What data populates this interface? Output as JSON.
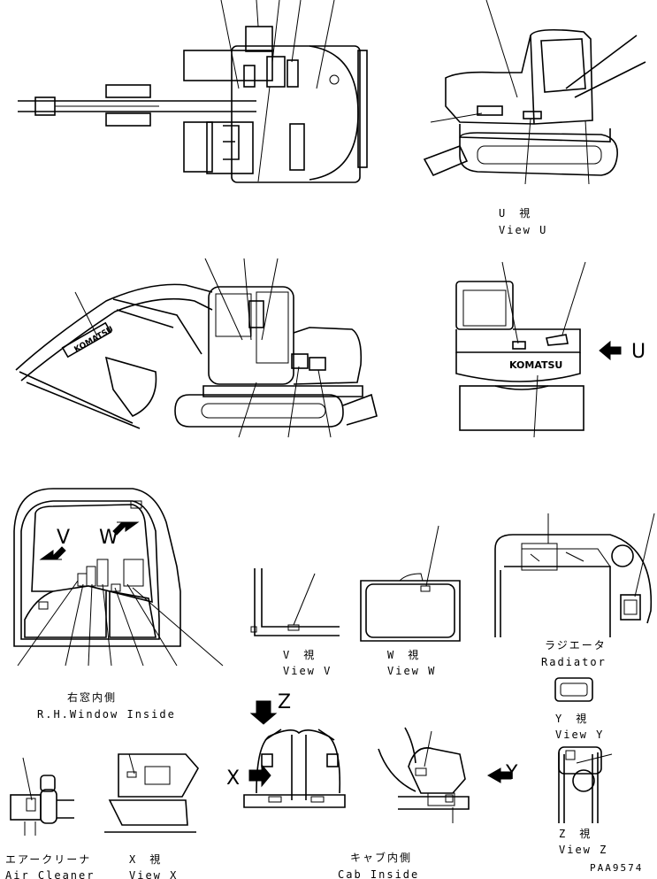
{
  "views": {
    "view_u": {
      "jp": "U　視",
      "en": "View U"
    },
    "window": {
      "jp": "右窓内側",
      "en": "R.H.Window Inside"
    },
    "view_v": {
      "jp": "V　視",
      "en": "View V"
    },
    "view_w": {
      "jp": "W　視",
      "en": "View W"
    },
    "radiator": {
      "jp": "ラジエータ",
      "en": "Radiator"
    },
    "view_y": {
      "jp": "Y　視",
      "en": "View Y"
    },
    "view_z": {
      "jp": "Z　視",
      "en": "View Z"
    },
    "air_cleaner": {
      "jp": "エアークリーナ",
      "en": "Air Cleaner"
    },
    "view_x": {
      "jp": "X　視",
      "en": "View X"
    },
    "cab_inside": {
      "jp": "キャブ内側",
      "en": "Cab Inside"
    }
  },
  "arrows": {
    "u": "U",
    "v": "V",
    "w": "W",
    "z": "Z",
    "x": "X",
    "y": "Y"
  },
  "brand": {
    "side": "KOMATSU",
    "rear": "KOMATSU"
  },
  "part_number": "PAA9574"
}
